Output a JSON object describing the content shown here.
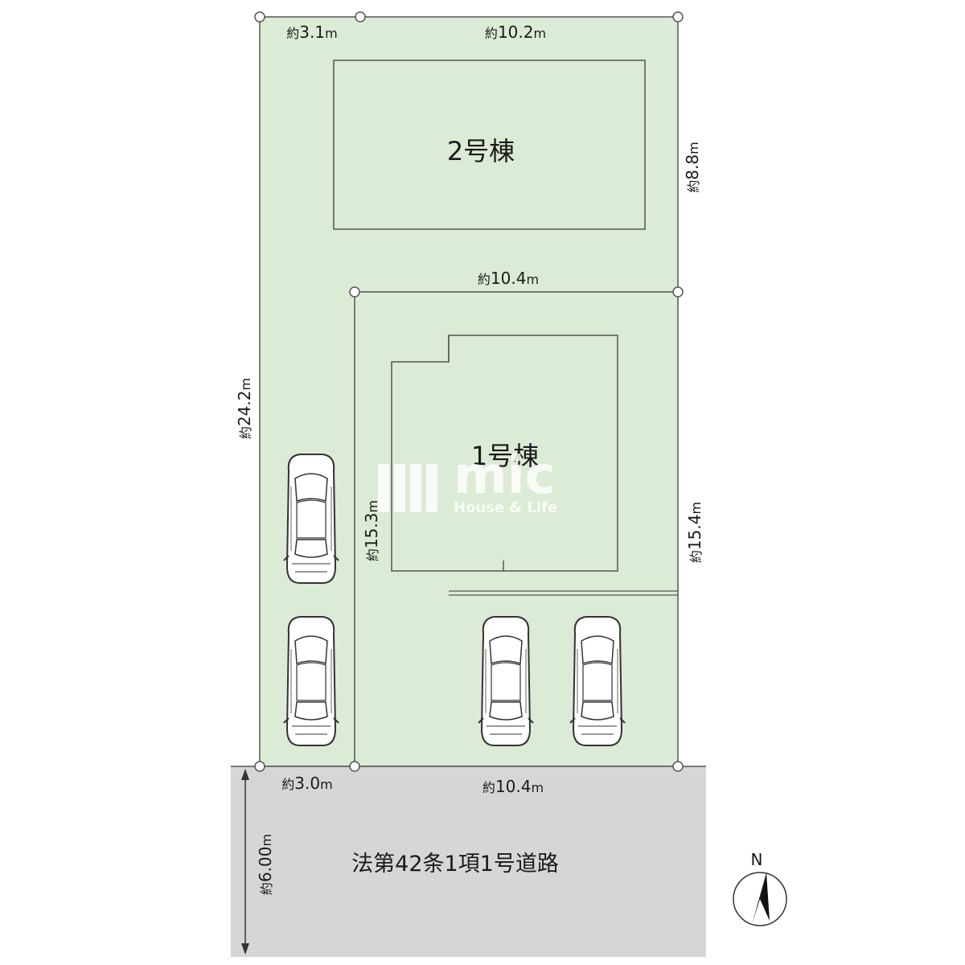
{
  "colors": {
    "lot": "#dcebd5",
    "road": "#d6d6d6",
    "line": "#555555",
    "text": "#1a1a1a"
  },
  "buildings": {
    "b2_label": "2号棟",
    "b1_label": "1号棟"
  },
  "dimensions": {
    "top_left": [
      "約",
      "3.1",
      "m"
    ],
    "top_right": [
      "約",
      "10.2",
      "m"
    ],
    "mid_top": [
      "約",
      "10.4",
      "m"
    ],
    "right_upper": [
      "約",
      "8.8",
      "m"
    ],
    "right_lower": [
      "約",
      "15.4",
      "m"
    ],
    "left_full": [
      "約",
      "24.2",
      "m"
    ],
    "inner_left": [
      "約",
      "15.3",
      "m"
    ],
    "bottom_left": [
      "約",
      "3.0",
      "m"
    ],
    "bottom_right": [
      "約",
      "10.4",
      "m"
    ],
    "road_width": [
      "約",
      "6.00",
      "m"
    ]
  },
  "road": {
    "label": "法第42条1項1号道路"
  },
  "compass": {
    "label": "N",
    "icon": "north-arrow-icon"
  },
  "watermark": {
    "brand": "mic",
    "tagline": "House & Life"
  },
  "cars": {
    "icon": "car-icon",
    "count": 4
  }
}
